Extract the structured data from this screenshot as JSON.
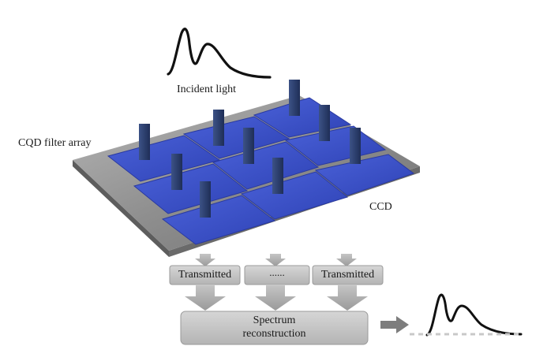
{
  "labels": {
    "incident_light": "Incident light",
    "cqd_filter_array": "CQD filter array",
    "ccd": "CCD"
  },
  "boxes": {
    "transmitted_left": "Transmitted",
    "middle_ellipsis": "......",
    "transmitted_right": "Transmitted",
    "spectrum_reconstruction_line1": "Spectrum",
    "spectrum_reconstruction_line2": "reconstruction"
  },
  "colors": {
    "filter_blue": "#3a4fc4",
    "filter_blue_dark": "#243196",
    "pillar": "#2a3d6e",
    "ccd_gray": "#8d8d8d",
    "box_gray": "#bdbdbd",
    "arrow_gray": "#a8a8a8"
  }
}
